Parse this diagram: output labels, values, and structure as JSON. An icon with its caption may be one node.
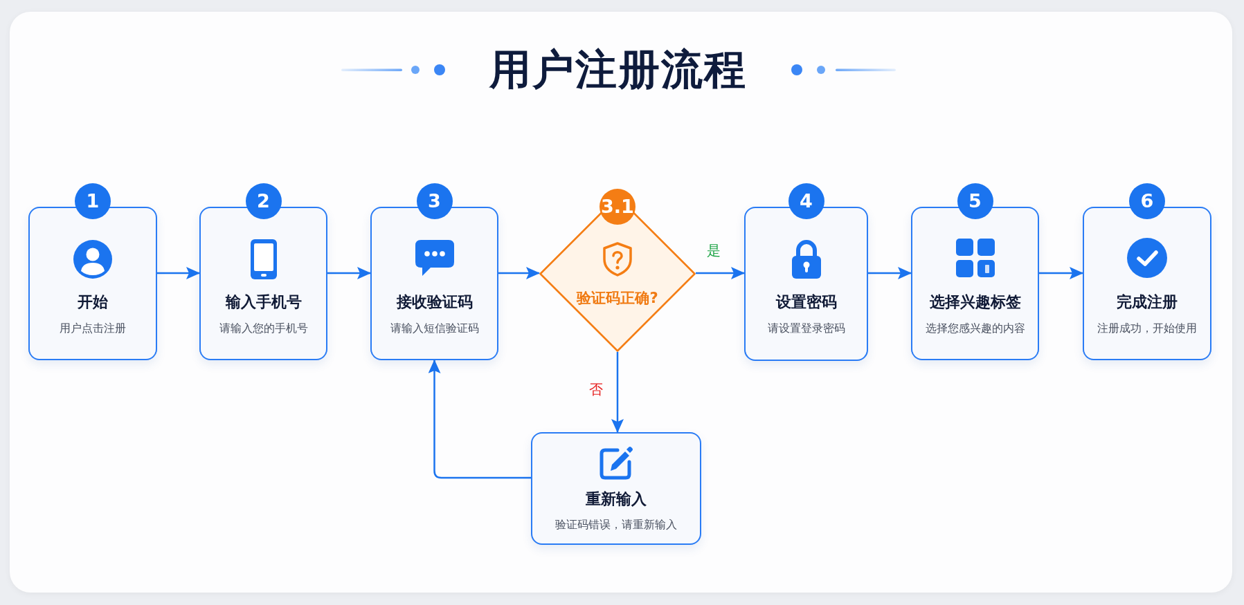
{
  "diagram": {
    "title": "用户注册流程",
    "nodes": [
      {
        "text": [
          "1",
          "开始",
          "用户点击注册"
        ]
      },
      {
        "text": [
          "2",
          "输入手机号",
          "请输入您的手机号"
        ]
      },
      {
        "text": [
          "3",
          "接收验证码",
          "请输入短信验证码"
        ]
      },
      {
        "text": [
          "3.1",
          "验证码正确?"
        ]
      },
      {
        "text": [
          "4",
          "设置密码",
          "请设置登录密码"
        ]
      },
      {
        "text": [
          "5",
          "选择兴趣标签",
          "选择您感兴趣的内容"
        ]
      },
      {
        "text": [
          "6",
          "完成注册",
          "注册成功，开始使用"
        ]
      },
      {
        "text": [
          "重新输入",
          "验证码错误，请重新输入"
        ]
      }
    ],
    "edges": [
      {
        "from": 0,
        "to": 1,
        "arrow": "to"
      },
      {
        "from": 1,
        "to": 2,
        "arrow": "to"
      },
      {
        "from": 2,
        "to": 3,
        "arrow": "to"
      },
      {
        "from": 3,
        "to": 4,
        "arrow": "to",
        "label": "是"
      },
      {
        "from": 4,
        "to": 5,
        "arrow": "to"
      },
      {
        "from": 5,
        "to": 6,
        "arrow": "to"
      },
      {
        "from": 3,
        "to": 7,
        "arrow": "to",
        "label": "否"
      },
      {
        "from": 7,
        "to": 2,
        "arrow": "to"
      }
    ]
  }
}
